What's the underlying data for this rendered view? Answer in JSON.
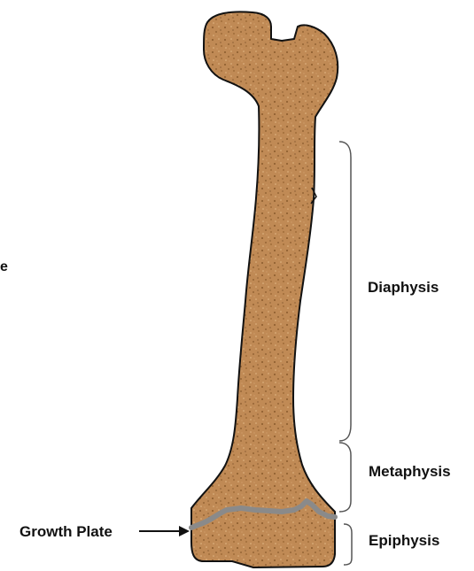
{
  "colors": {
    "bone_fill": "#c08a55",
    "bone_speckle_dark": "#8a5a2c",
    "bone_speckle_light": "#e3b987",
    "outline": "#111111",
    "growth_plate": "#8a8a8a",
    "bracket": "#555555"
  },
  "labels": {
    "diaphysis": "Diaphysis",
    "metaphysis": "Metaphysis",
    "epiphysis": "Epiphysis",
    "growth_plate": "Growth Plate",
    "stray_fragment": "e"
  }
}
